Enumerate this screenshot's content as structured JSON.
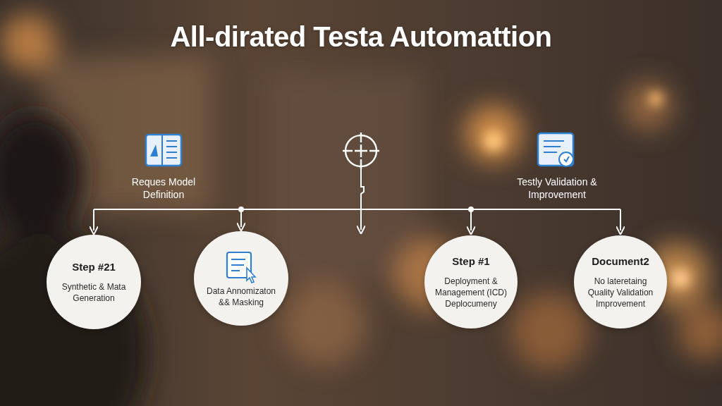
{
  "diagram": {
    "title": "All-dirated Testa Automattion",
    "nodes": [
      {
        "text": [
          "Step #21",
          "Synthetic & Mata Generation"
        ]
      },
      {
        "text": [
          "Data Annomizaton && Masking"
        ]
      },
      {
        "text": [
          "Step #1",
          "Deployment & Management (ICD) Deplocumeny"
        ]
      },
      {
        "text": [
          "Document2",
          "No lateretaing Quality Validation Improvement"
        ]
      }
    ],
    "labels": [
      "Reques Model Definition",
      "Testly Validation & Improvement"
    ]
  }
}
